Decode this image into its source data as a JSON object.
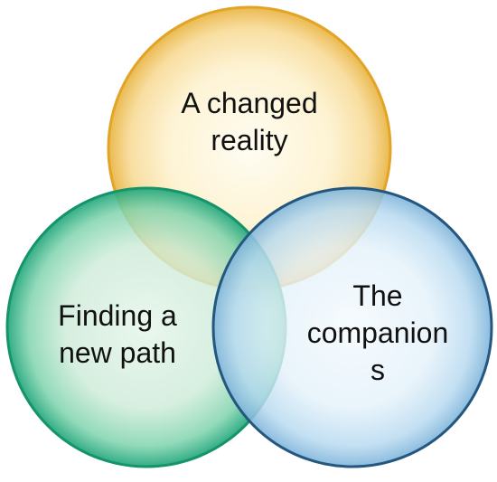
{
  "diagram": {
    "type": "venn",
    "circles": [
      {
        "id": "top",
        "lines": [
          "A changed",
          "reality"
        ],
        "stroke": "#E0A52A",
        "fill": "#F5D27A"
      },
      {
        "id": "left",
        "lines": [
          "Finding a",
          "new path"
        ],
        "stroke": "#1E9A73",
        "fill": "#3CBF8F"
      },
      {
        "id": "right",
        "lines": [
          "The",
          "companion",
          "s"
        ],
        "stroke": "#2F6E9E",
        "fill": "#A9D0EA"
      }
    ]
  }
}
